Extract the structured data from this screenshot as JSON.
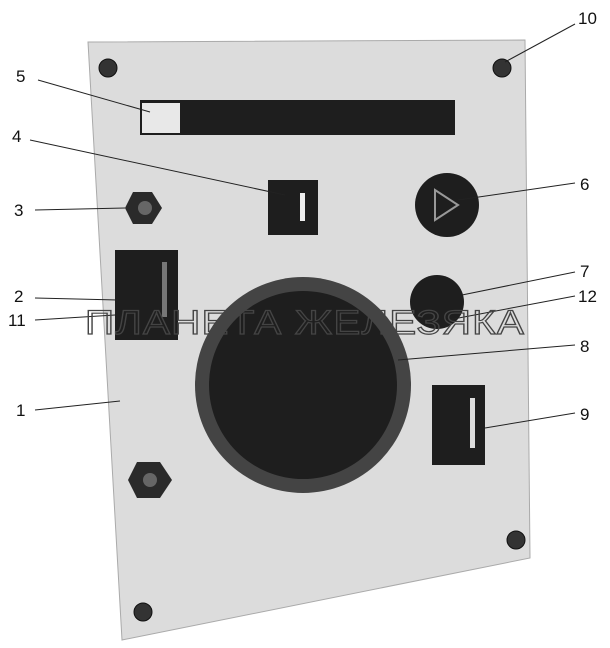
{
  "callouts": {
    "c1": "1",
    "c2": "2",
    "c3": "3",
    "c4": "4",
    "c5": "5",
    "c6": "6",
    "c7": "7",
    "c8": "8",
    "c9": "9",
    "c10": "10",
    "c11": "11",
    "c12": "12"
  },
  "watermark": "ПЛАНЕТА ЖЕЛЕЗЯКА",
  "colors": {
    "panel": "#dcdcdc",
    "dark": "#1e1e1e",
    "line": "#222222"
  }
}
